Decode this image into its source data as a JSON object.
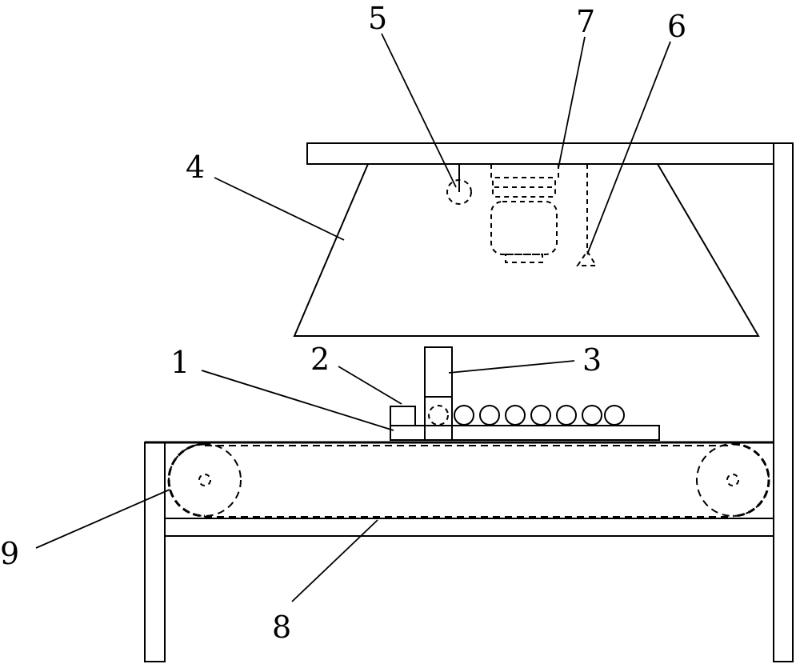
{
  "labels": {
    "part_1": "1",
    "part_2": "2",
    "part_3": "3",
    "part_4": "4",
    "part_5": "5",
    "part_6": "6",
    "part_7": "7",
    "part_8": "8",
    "part_9": "9"
  },
  "colors": {
    "line": "#000000",
    "background": "#ffffff"
  }
}
